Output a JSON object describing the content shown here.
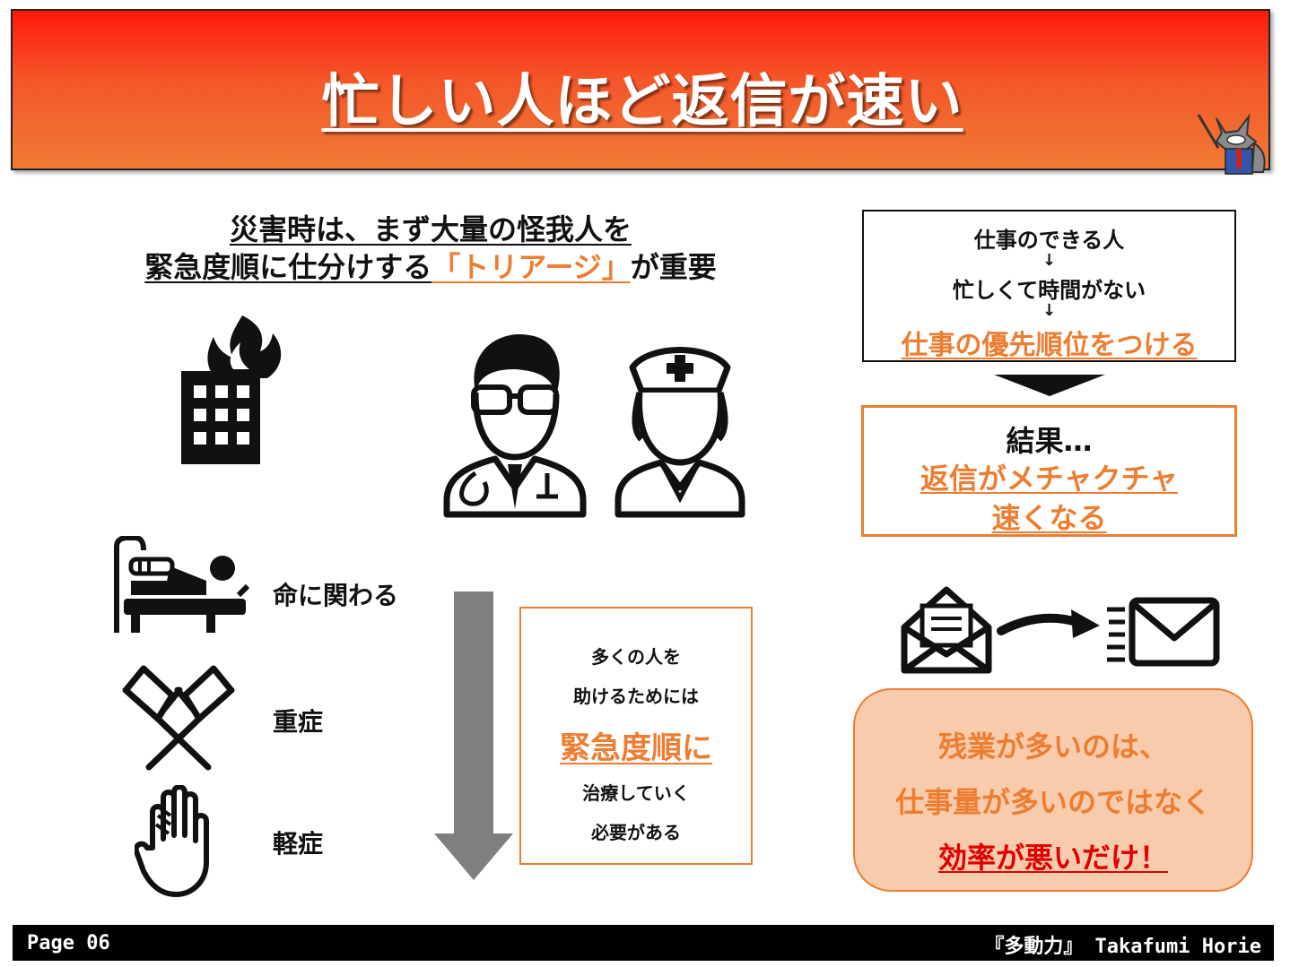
{
  "header": {
    "title": "忙しい人ほど返信が速い"
  },
  "heading": {
    "line1": "災害時は、まず大量の怪我人を",
    "line2_pre": "緊急度順に仕分けする",
    "line2_highlight": "「トリアージ」",
    "line2_post": "が重要"
  },
  "levels": [
    {
      "label": "命に関わる",
      "icon": "hospital-bed-icon"
    },
    {
      "label": "重症",
      "icon": "crutches-icon"
    },
    {
      "label": "軽症",
      "icon": "bandaged-hand-icon"
    }
  ],
  "info_box": {
    "line1": "多くの人を",
    "line2": "助けるためには",
    "highlight": "緊急度順に",
    "line3": "治療していく",
    "line4": "必要がある"
  },
  "flow": {
    "step1": "仕事のできる人",
    "arrow": "↓",
    "step2": "忙しくて時間がない",
    "step3": "仕事の優先順位をつける"
  },
  "result": {
    "label": "結果…",
    "line1": "返信がメチャクチャ",
    "line2": "速くなる"
  },
  "conclusion": {
    "line1": "残業が多いのは、",
    "line2": "仕事量が多いのではなく",
    "line3": "効率が悪いだけ！"
  },
  "footer": {
    "page": "Page 06",
    "credit": "『多動力』 Takafumi Horie"
  },
  "colors": {
    "accent": "#ed7d31",
    "alert": "#e00000",
    "banner_top": "#ff1a0a",
    "banner_bottom": "#f07a35",
    "conclusion_bg": "#f8cbad"
  }
}
